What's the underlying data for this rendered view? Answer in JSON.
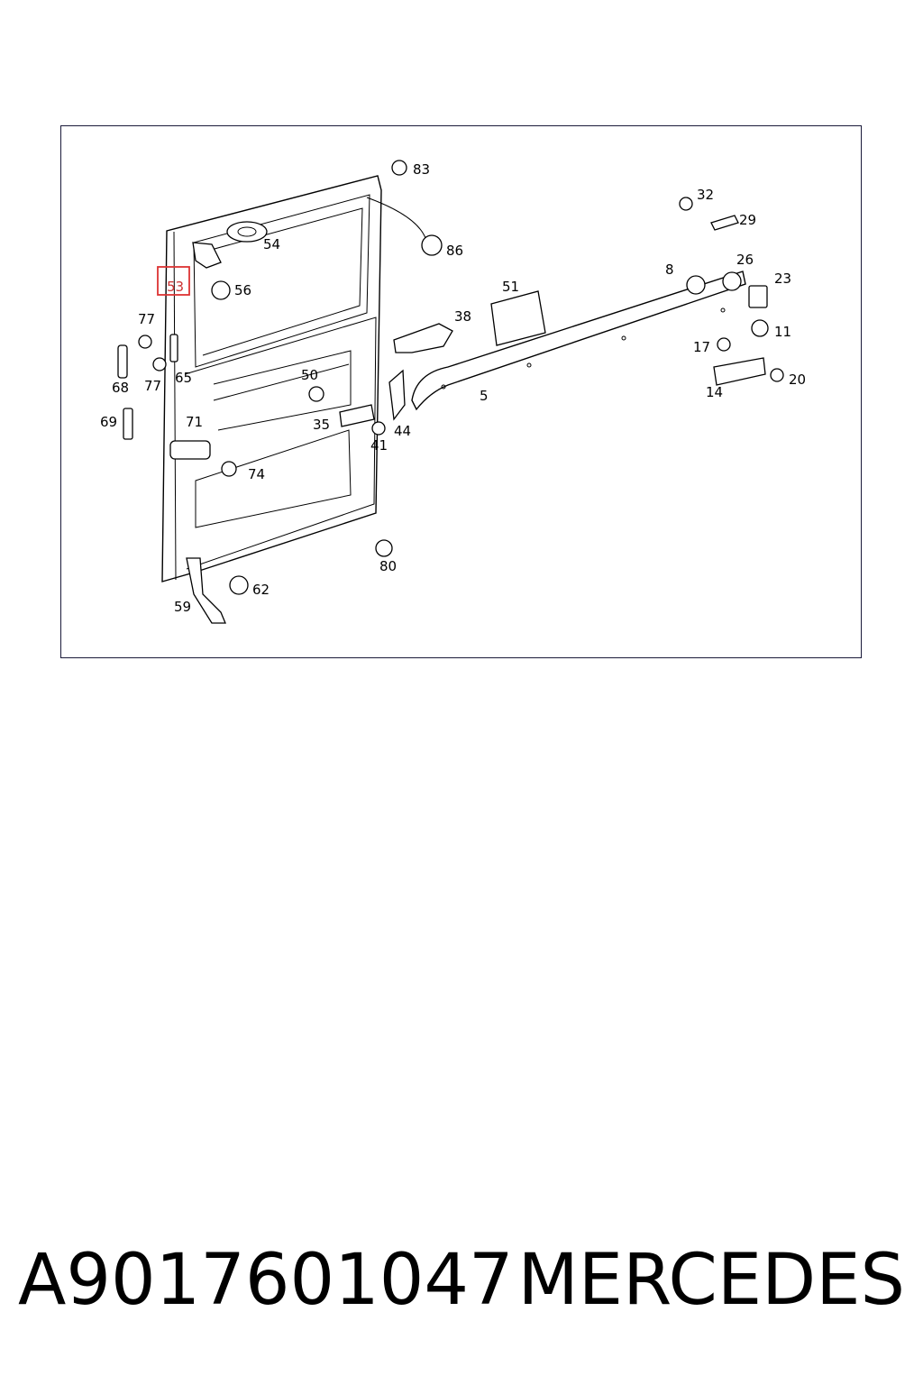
{
  "diagram": {
    "callouts": [
      "83",
      "32",
      "29",
      "54",
      "86",
      "26",
      "23",
      "8",
      "53",
      "56",
      "51",
      "38",
      "11",
      "77",
      "17",
      "20",
      "68",
      "77",
      "65",
      "50",
      "14",
      "5",
      "69",
      "71",
      "35",
      "44",
      "41",
      "74",
      "80",
      "62",
      "59"
    ],
    "highlighted": "53",
    "highlight_color": "#dd3333"
  },
  "footer": {
    "part_number": "A9017601047",
    "brand": "MERCEDES"
  }
}
